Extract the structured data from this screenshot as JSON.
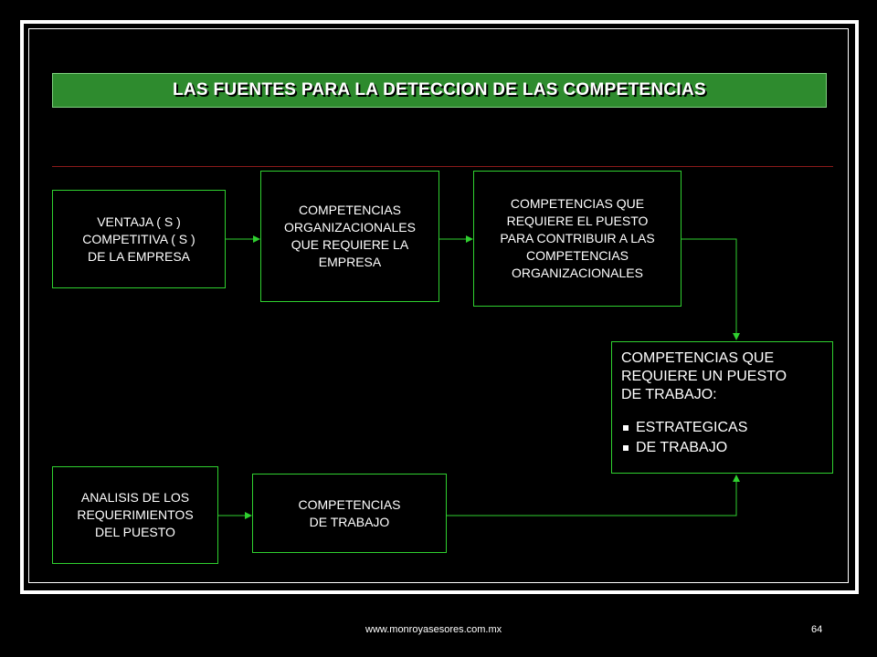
{
  "title": "LAS FUENTES PARA LA DETECCION DE LAS COMPETENCIAS",
  "boxes": {
    "ventaja": "VENTAJA ( S )\nCOMPETITIVA ( S )\nDE LA EMPRESA",
    "organizacionales": "COMPETENCIAS\nORGANIZACIONALES\nQUE REQUIERE LA\nEMPRESA",
    "puesto_contribuir": "COMPETENCIAS QUE\nREQUIERE EL PUESTO\nPARA CONTRIBUIR A LAS\nCOMPETENCIAS\nORGANIZACIONALES",
    "analisis": "ANALISIS DE LOS\nREQUERIMIENTOS\nDEL PUESTO",
    "trabajo": "COMPETENCIAS\n DE TRABAJO"
  },
  "result_box": {
    "heading": "COMPETENCIAS QUE\nREQUIERE UN PUESTO\nDE TRABAJO:",
    "items": [
      "ESTRATEGICAS",
      "DE TRABAJO"
    ]
  },
  "footer": {
    "url": "www.monroyasesores.com.mx",
    "page": "64"
  },
  "colors": {
    "title_bg": "#2e8b2e",
    "box_border": "#2fd02f",
    "arrow": "#2fd02f",
    "divider": "#8b1a1a",
    "background": "#000000"
  }
}
